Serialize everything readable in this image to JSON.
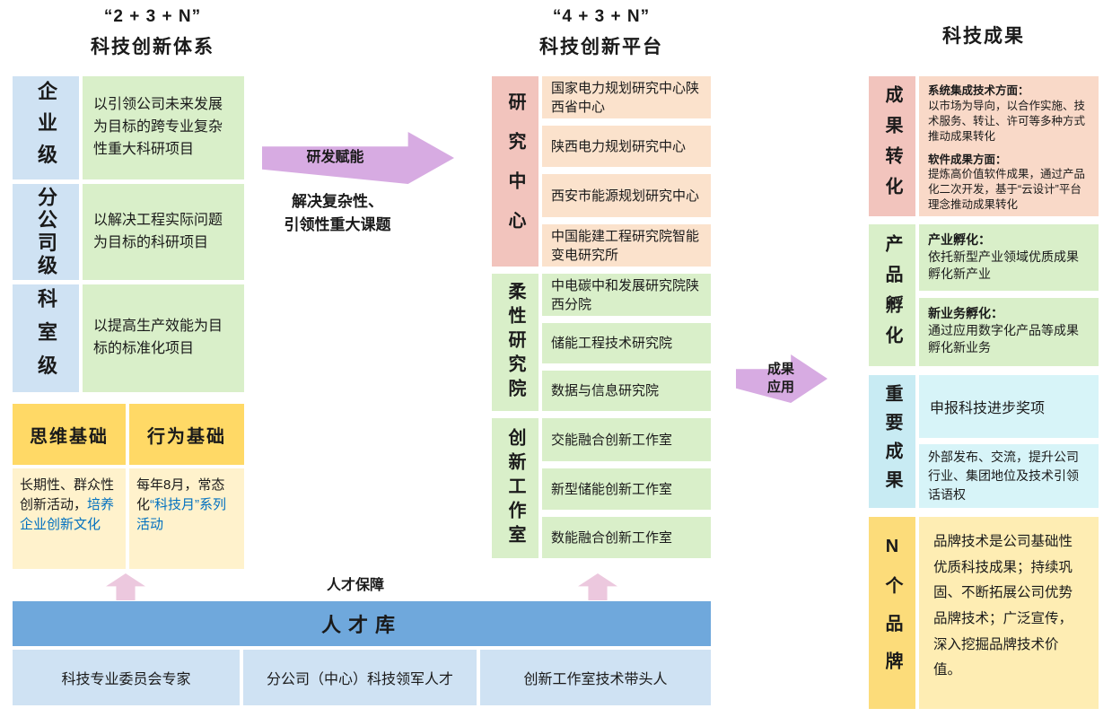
{
  "left": {
    "title_line1": "“2 + 3 + N”",
    "title_line2": "科技创新体系",
    "levels": [
      {
        "label": "企业级",
        "desc": "以引领公司未来发展为目标的跨专业复杂性重大科研项目"
      },
      {
        "label": "分公司级",
        "desc": "以解决工程实际问题为目标的科研项目"
      },
      {
        "label": "科室级",
        "desc": "以提高生产效能为目标的标准化项目"
      }
    ],
    "foundations": [
      {
        "header": "思维基础",
        "plain": "长期性、群众性创新活动，",
        "highlight": "培养企业创新文化"
      },
      {
        "header": "行为基础",
        "plain": "每年8月，常态化",
        "highlight": "“科技月”系列活动"
      }
    ]
  },
  "center": {
    "title_line1": "“4 + 3 + N”",
    "title_line2": "科技创新平台",
    "rd_arrow_label": "研发赋能",
    "rd_note_line1": "解决复杂性、",
    "rd_note_line2": "引领性重大课题",
    "apply_arrow_line1": "成果",
    "apply_arrow_line2": "应用",
    "groups": [
      {
        "label": "研究中心",
        "items": [
          "国家电力规划研究中心陕西省中心",
          "陕西电力规划研究中心",
          "西安市能源规划研究中心",
          "中国能建工程研究院智能变电研究所"
        ]
      },
      {
        "label": "柔性研究院",
        "items": [
          "中电碳中和发展研究院陕西分院",
          "储能工程技术研究院",
          "数据与信息研究院"
        ]
      },
      {
        "label": "创新工作室",
        "items": [
          "交能融合创新工作室",
          "新型储能创新工作室",
          "数能融合创新工作室"
        ]
      }
    ]
  },
  "right": {
    "title": "科技成果",
    "transform": {
      "label": "成果转化",
      "p1_heading": "系统集成技术方面：",
      "p1_body": "以市场为导向，以合作实施、技术服务、转让、许可等多种方式推动成果转化",
      "p2_heading": "软件成果方面：",
      "p2_body": "提炼高价值软件成果，通过产品化二次开发，基于“云设计”平台理念推动成果转化"
    },
    "incubation": {
      "label": "产品孵化",
      "c1_heading": "产业孵化：",
      "c1_body": "依托新型产业领域优质成果孵化新产业",
      "c2_heading": "新业务孵化：",
      "c2_body": "通过应用数字化产品等成果孵化新业务"
    },
    "important": {
      "label": "重要成果",
      "c1": "申报科技进步奖项",
      "c2": "外部发布、交流，提升公司行业、集团地位及技术引领话语权"
    },
    "brands": {
      "label": "N个品牌",
      "body": "品牌技术是公司基础性优质科技成果；持续巩固、不断拓展公司优势品牌技术；广泛宣传，深入挖掘品牌技术价值。"
    }
  },
  "bottom": {
    "talent_arrow_label": "人才保障",
    "pool_title": "人才库",
    "cells": [
      "科技专业委员会专家",
      "分公司（中心）科技领军人才",
      "创新工作室技术带头人"
    ]
  },
  "colors": {
    "level_label_blue": "#cfe2f3",
    "green_block": "#d9efc9",
    "gold_header": "#ffd966",
    "light_yellow": "#fff2cc",
    "pink_label": "#f2c4bd",
    "orange_item": "#fbe2cc",
    "salmon_content": "#f9d9c8",
    "cyan_label": "#c8ebf3",
    "cyan_content": "#d7f4f8",
    "brand_gold_label": "#fcdc7a",
    "brand_gold_content": "#feedb3",
    "purple_arrow": "#d7abe2",
    "pink_up_arrow": "#ecc8de",
    "pool_blue": "#6fa8dc",
    "highlight_text_blue": "#0070c0"
  }
}
